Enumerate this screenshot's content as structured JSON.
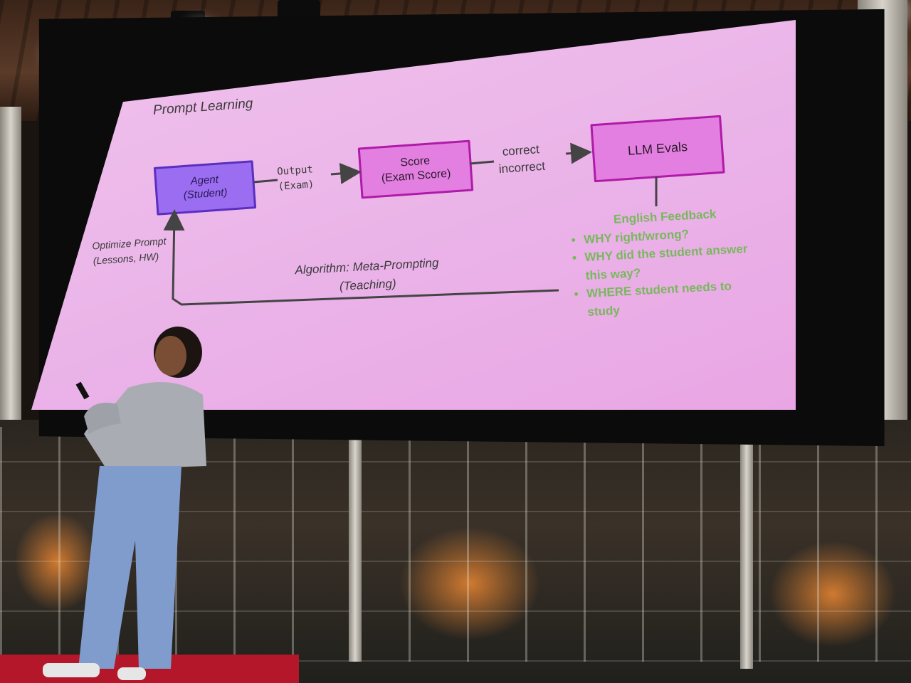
{
  "slide": {
    "title": "Prompt Learning",
    "agent_box": {
      "line1": "Agent",
      "line2": "(Student)"
    },
    "output_label": {
      "line1": "Output",
      "line2": "(Exam)"
    },
    "score_box": {
      "line1": "Score",
      "line2": "(Exam Score)"
    },
    "correct_label": {
      "line1": "correct",
      "line2": "incorrect"
    },
    "evals_box": {
      "label": "LLM Evals"
    },
    "feedback": {
      "heading": "English Feedback",
      "items": [
        "WHY right/wrong?",
        "WHY did the student answer this way?",
        "WHERE student needs to study"
      ]
    },
    "optimize_label": {
      "line1": "Optimize Prompt",
      "line2": "(Lessons, HW)"
    },
    "algorithm_label": {
      "line1": "Algorithm: Meta-Prompting",
      "line2": "(Teaching)"
    }
  },
  "colors": {
    "slide_bg": "#eab3e8",
    "agent_fill": "#9b6df0",
    "score_fill": "#e37fe0",
    "feedback_text": "#78b85c",
    "carpet": "#b4162a"
  }
}
